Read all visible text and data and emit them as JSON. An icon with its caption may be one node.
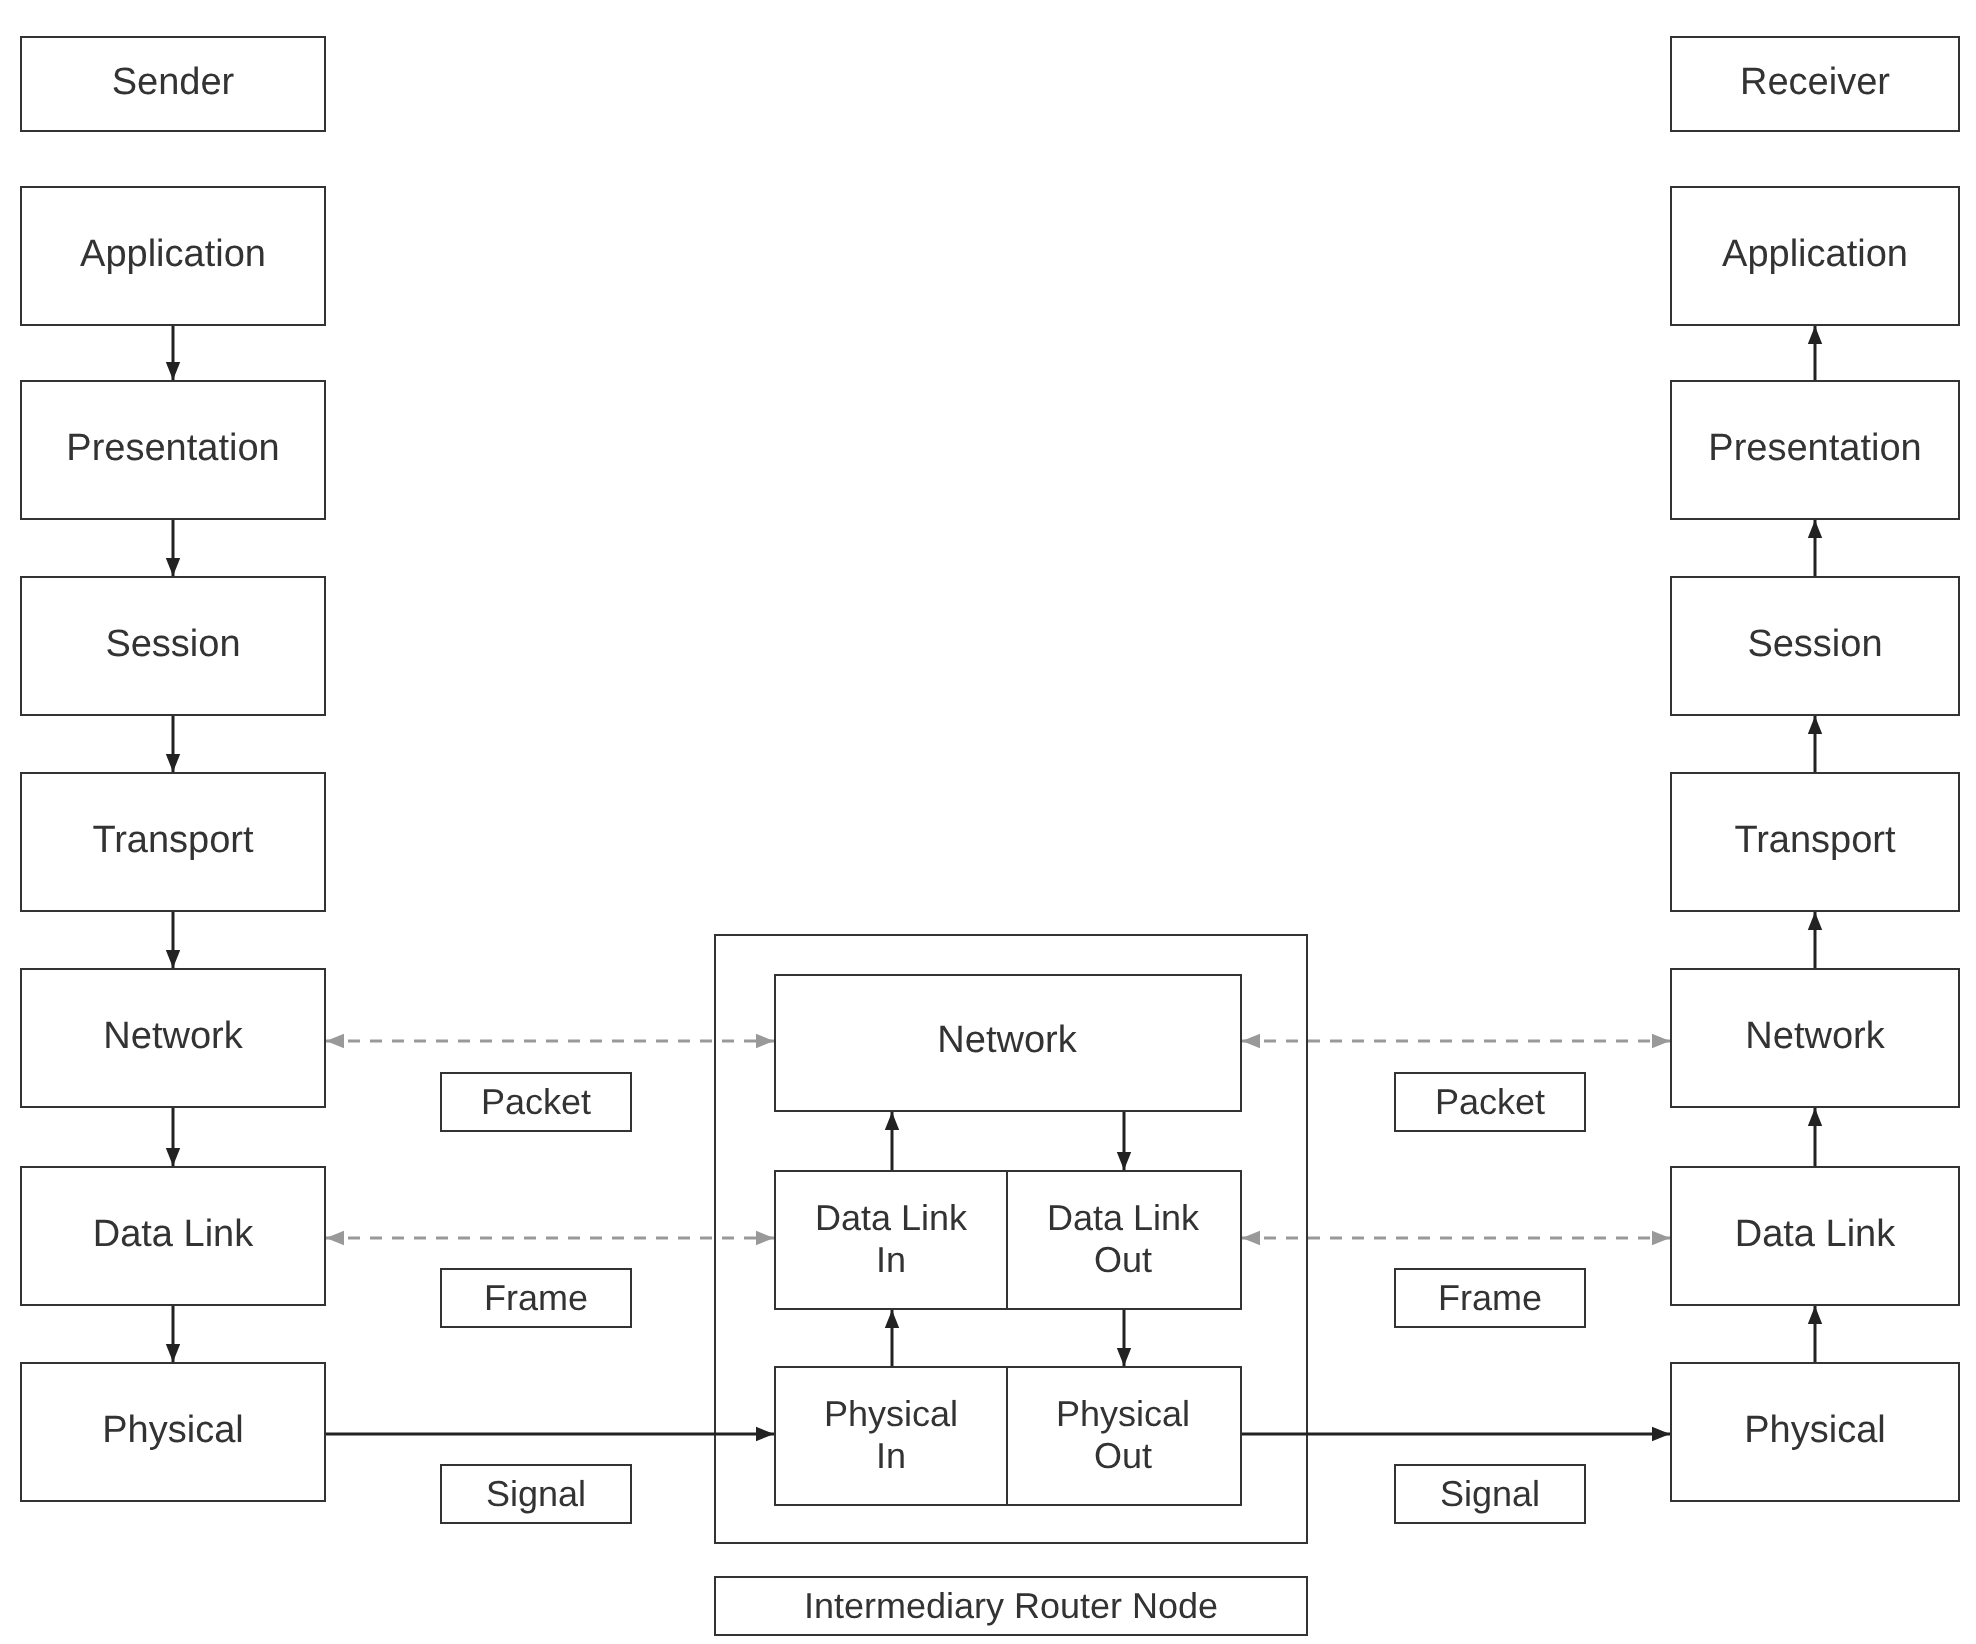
{
  "diagram": {
    "nodes": [
      {
        "text": [
          "Sender"
        ]
      },
      {
        "text": [
          "Application"
        ]
      },
      {
        "text": [
          "Presentation"
        ]
      },
      {
        "text": [
          "Session"
        ]
      },
      {
        "text": [
          "Transport"
        ]
      },
      {
        "text": [
          "Network"
        ]
      },
      {
        "text": [
          "Data Link"
        ]
      },
      {
        "text": [
          "Physical"
        ]
      },
      {
        "text": [],
        "shape": "box"
      },
      {
        "text": [
          "Network"
        ],
        "in": 8
      },
      {
        "text": [
          "Data Link In"
        ],
        "in": 8
      },
      {
        "text": [
          "Data Link Out"
        ],
        "in": 8
      },
      {
        "text": [
          "Physical In"
        ],
        "in": 8
      },
      {
        "text": [
          "Physical Out"
        ],
        "in": 8
      },
      {
        "text": [
          "Intermediary Router Node"
        ]
      },
      {
        "text": [
          "Receiver"
        ]
      },
      {
        "text": [
          "Application"
        ]
      },
      {
        "text": [
          "Presentation"
        ]
      },
      {
        "text": [
          "Session"
        ]
      },
      {
        "text": [
          "Transport"
        ]
      },
      {
        "text": [
          "Network"
        ]
      },
      {
        "text": [
          "Data Link"
        ]
      },
      {
        "text": [
          "Physical"
        ]
      },
      {
        "text": [
          "Packet"
        ]
      },
      {
        "text": [
          "Frame"
        ]
      },
      {
        "text": [
          "Signal"
        ]
      },
      {
        "text": [
          "Packet"
        ]
      },
      {
        "text": [
          "Frame"
        ]
      },
      {
        "text": [
          "Signal"
        ]
      }
    ],
    "edges": [
      {
        "from": 1,
        "to": 2,
        "arrow": "to"
      },
      {
        "from": 2,
        "to": 3,
        "arrow": "to"
      },
      {
        "from": 3,
        "to": 4,
        "arrow": "to"
      },
      {
        "from": 4,
        "to": 5,
        "arrow": "to"
      },
      {
        "from": 5,
        "to": 6,
        "arrow": "to"
      },
      {
        "from": 6,
        "to": 7,
        "arrow": "to"
      },
      {
        "from": 5,
        "to": 9,
        "arrow": "both",
        "style": "dashed",
        "color": "#999999"
      },
      {
        "from": 6,
        "to": 10,
        "arrow": "both",
        "style": "dashed",
        "color": "#999999"
      },
      {
        "from": 7,
        "to": 12,
        "arrow": "to"
      },
      {
        "from": 12,
        "to": 10,
        "arrow": "to"
      },
      {
        "from": 10,
        "to": 9,
        "arrow": "to"
      },
      {
        "from": 9,
        "to": 11,
        "arrow": "to"
      },
      {
        "from": 11,
        "to": 13,
        "arrow": "to"
      },
      {
        "from": 9,
        "to": 20,
        "arrow": "both",
        "style": "dashed",
        "color": "#999999"
      },
      {
        "from": 11,
        "to": 21,
        "arrow": "both",
        "style": "dashed",
        "color": "#999999"
      },
      {
        "from": 13,
        "to": 22,
        "arrow": "to"
      },
      {
        "from": 22,
        "to": 21,
        "arrow": "to"
      },
      {
        "from": 21,
        "to": 20,
        "arrow": "to"
      },
      {
        "from": 20,
        "to": 19,
        "arrow": "to"
      },
      {
        "from": 19,
        "to": 18,
        "arrow": "to"
      },
      {
        "from": 18,
        "to": 17,
        "arrow": "to"
      },
      {
        "from": 17,
        "to": 16,
        "arrow": "to"
      }
    ]
  }
}
